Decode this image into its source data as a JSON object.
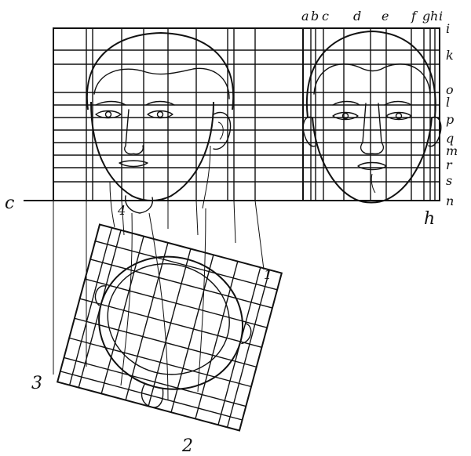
{
  "top_letters": [
    "a",
    "b",
    "c",
    "d",
    "e",
    "f",
    "g",
    "h",
    "i"
  ],
  "right_letters": [
    "i",
    "k",
    "o",
    "l",
    "p",
    "q",
    "m",
    "r",
    "s",
    "n"
  ],
  "markers": {
    "left_c": "c",
    "under_grid_h": "h",
    "label_1": "1",
    "label_2": "2",
    "label_3": "3",
    "label_4": "4"
  }
}
